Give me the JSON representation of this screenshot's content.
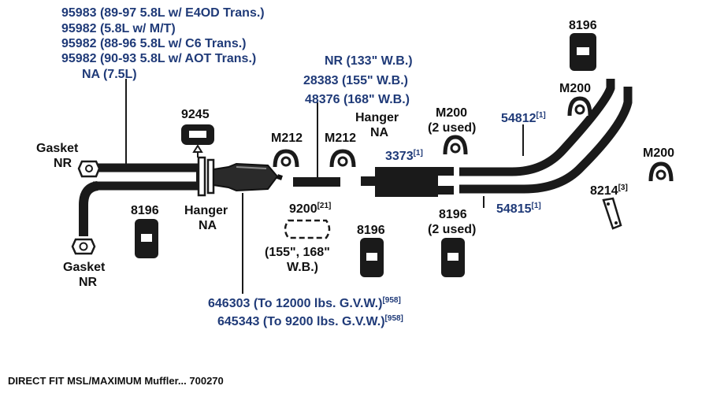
{
  "colors": {
    "part_number": "#1f3a78",
    "text": "#111111",
    "pipe": "#1a1a1a"
  },
  "labels": {
    "converter_line1": "95983 (89-97 5.8L w/ E4OD Trans.)",
    "converter_line2": "95982 (5.8L w/ M/T)",
    "converter_line3": "95982 (88-96 5.8L w/ C6 Trans.)",
    "converter_line4": "95982 (90-93 5.8L w/ AOT Trans.)",
    "converter_line5": "NA (7.5L)",
    "gasket_top_line1": "Gasket",
    "gasket_top_line2": "NR",
    "gasket_bottom_line1": "Gasket",
    "gasket_bottom_line2": "NR",
    "hanger_left_line1": "Hanger",
    "hanger_left_line2": "NA",
    "hanger_right_line1": "Hanger",
    "hanger_right_line2": "NA",
    "part_9245": "9245",
    "part_8196_left": "8196",
    "part_8196_center": "8196",
    "part_8196_right_line1": "8196",
    "part_8196_right_line2": "(2 used)",
    "part_8196_top": "8196",
    "clamp_m212_left": "M212",
    "clamp_m212_right": "M212",
    "clamp_m200_center_line1": "M200",
    "clamp_m200_center_line2": "(2 used)",
    "clamp_m200_top": "M200",
    "clamp_m200_right": "M200",
    "pipe_nr_133": "NR (133\" W.B.)",
    "pipe_28383": "28383 (155\" W.B.)",
    "pipe_48376": "48376 (168\" W.B.)",
    "muffler_3373": "3373",
    "muffler_3373_note": "[1]",
    "part_54812": "54812",
    "part_54812_note": "[1]",
    "part_54815": "54815",
    "part_54815_note": "[1]",
    "part_8214": "8214",
    "part_8214_note": "[3]",
    "part_9200": "9200",
    "part_9200_note": "[21]",
    "wb_note_line1": "(155\", 168\"",
    "wb_note_line2": "W.B.)",
    "pipe_646303": "646303 (To 12000 lbs. G.V.W.)",
    "pipe_646303_note": "[958]",
    "pipe_645343": "645343 (To 9200 lbs. G.V.W.)",
    "pipe_645343_note": "[958]",
    "footer": "DIRECT FIT MSL/MAXIMUM Muffler... 700270"
  }
}
